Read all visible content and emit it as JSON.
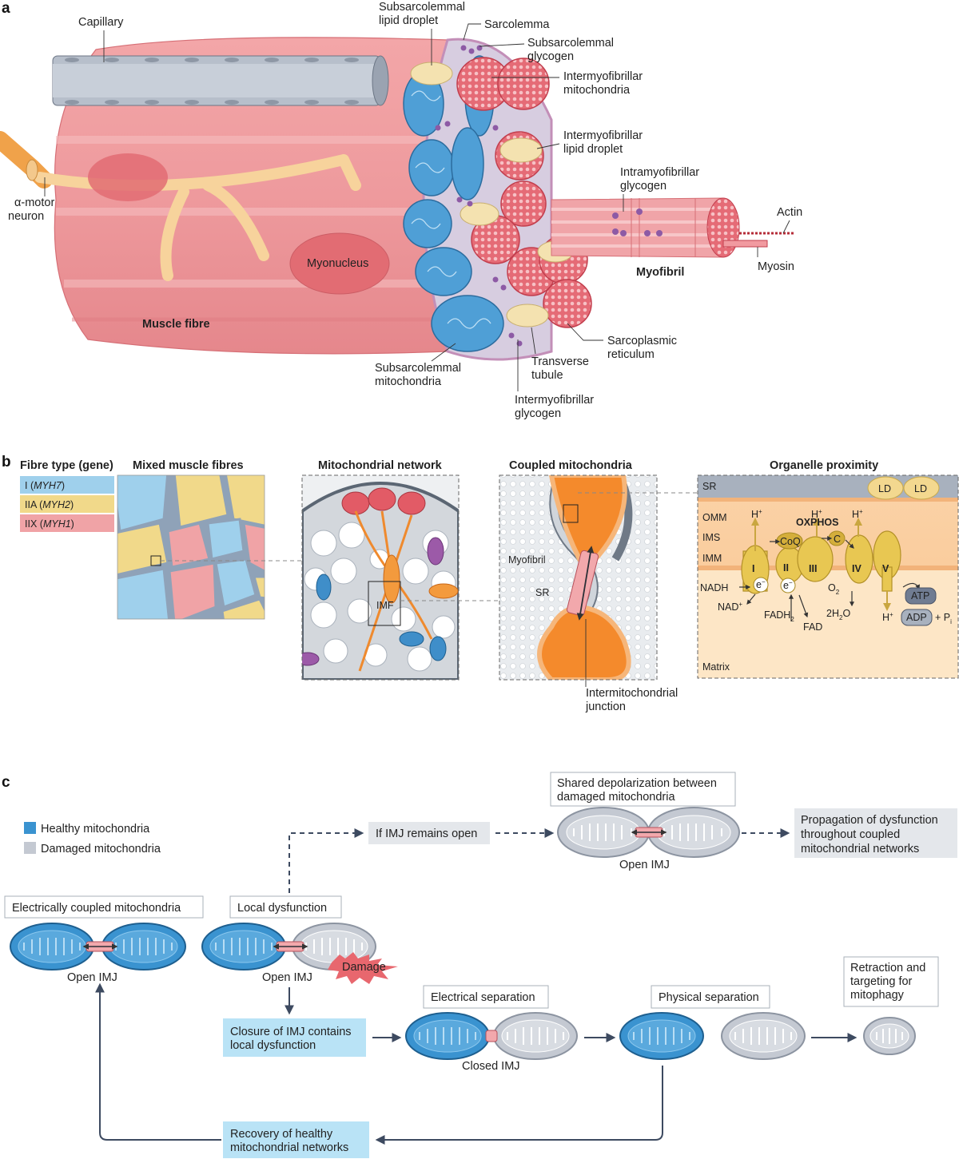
{
  "panel_a": {
    "panel_letter": "a",
    "labels": {
      "capillary": "Capillary",
      "subsarcolemmal_lipid_droplet_1": "Subsarcolemmal",
      "subsarcolemmal_lipid_droplet_2": "lipid droplet",
      "sarcolemma": "Sarcolemma",
      "subsarcolemmal_glycogen_1": "Subsarcolemmal",
      "subsarcolemmal_glycogen_2": "glycogen",
      "intermyofibrillar_mitochondria_1": "Intermyofibrillar",
      "intermyofibrillar_mitochondria_2": "mitochondria",
      "intermyofibrillar_lipid_droplet_1": "Intermyofibrillar",
      "intermyofibrillar_lipid_droplet_2": "lipid droplet",
      "intramyofibrillar_glycogen_1": "Intramyofibrillar",
      "intramyofibrillar_glycogen_2": "glycogen",
      "actin": "Actin",
      "myosin": "Myosin",
      "myofibril": "Myofibril",
      "alpha_motor_neuron_1": "α-motor",
      "alpha_motor_neuron_2": "neuron",
      "myonucleus": "Myonucleus",
      "muscle_fibre": "Muscle fibre",
      "sarcoplasmic_reticulum_1": "Sarcoplasmic",
      "sarcoplasmic_reticulum_2": "reticulum",
      "transverse_tubule_1": "Transverse",
      "transverse_tubule_2": "tubule",
      "subsarcolemmal_mitochondria_1": "Subsarcolemmal",
      "subsarcolemmal_mitochondria_2": "mitochondria",
      "intermyofibrillar_glycogen_1": "Intermyofibrillar",
      "intermyofibrillar_glycogen_2": "glycogen"
    }
  },
  "panel_b": {
    "panel_letter": "b",
    "legend_title": "Fibre type (gene)",
    "fibre_types": [
      {
        "type": "I",
        "gene": "MYH7",
        "color": "#9fd0ec"
      },
      {
        "type": "IIA",
        "gene": "MYH2",
        "color": "#f1d98a"
      },
      {
        "type": "IIX",
        "gene": "MYH1",
        "color": "#f0a3a6"
      }
    ],
    "headings": {
      "mixed": "Mixed muscle fibres",
      "network": "Mitochondrial network",
      "coupled": "Coupled mitochondria",
      "proximity": "Organelle proximity"
    },
    "labels": {
      "imf": "IMF",
      "myofibril": "Myofibril",
      "sr": "SR",
      "intermitochondrial_junction_1": "Intermitochondrial",
      "intermitochondrial_junction_2": "junction",
      "sr_top": "SR",
      "ld": "LD",
      "omm": "OMM",
      "ims": "IMS",
      "imm": "IMM",
      "matrix": "Matrix",
      "oxphos": "OXPHOS",
      "complex_i": "I",
      "complex_ii": "II",
      "complex_iii": "III",
      "complex_iv": "IV",
      "complex_v": "V",
      "coq": "CoQ",
      "cytc": "C",
      "nadh": "NADH",
      "nad": "NAD",
      "nad_sup": "+",
      "fadh": "FADH",
      "fadh_sub": "2",
      "fad": "FAD",
      "o2": "O",
      "o2_sub": "2",
      "water_pre": "2H",
      "water_sub": "2",
      "water_post": "O",
      "h": "H",
      "h_sup": "+",
      "e": "e",
      "e_sup": "−",
      "atp": "ATP",
      "adp": "ADP",
      "pi": "+ P",
      "pi_sub": "i"
    }
  },
  "panel_c": {
    "panel_letter": "c",
    "legend": {
      "healthy": "Healthy mitochondria",
      "damaged": "Damaged mitochondria",
      "healthy_color": "#3a93d0",
      "damaged_color": "#c4c9d2"
    },
    "boxes": {
      "electrically_coupled": "Electrically coupled mitochondria",
      "local_dysfunction": "Local dysfunction",
      "if_imj_open": "If IMJ remains open",
      "shared_depolarization_1": "Shared depolarization between",
      "shared_depolarization_2": "damaged mitochondria",
      "propagation_1": "Propagation of dysfunction",
      "propagation_2": "throughout coupled",
      "propagation_3": "mitochondrial networks",
      "closure_1": "Closure of IMJ contains",
      "closure_2": "local dysfunction",
      "electrical_separation": "Electrical separation",
      "physical_separation": "Physical separation",
      "retraction_1": "Retraction and",
      "retraction_2": "targeting for",
      "retraction_3": "mitophagy",
      "recovery_1": "Recovery of healthy",
      "recovery_2": "mitochondrial networks"
    },
    "labels": {
      "open_imj_1": "Open IMJ",
      "open_imj_2": "Open IMJ",
      "open_imj_3": "Open IMJ",
      "closed_imj": "Closed IMJ",
      "damage": "Damage"
    }
  }
}
